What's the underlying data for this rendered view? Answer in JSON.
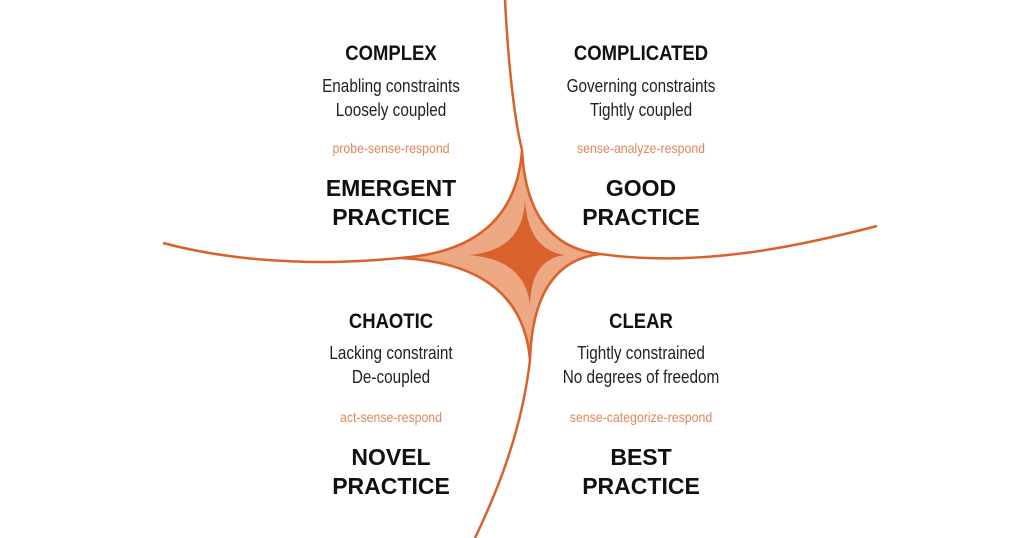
{
  "colors": {
    "line": "#D9612B",
    "light": "#ECA983",
    "dark": "#D9612B",
    "method_text": "#E08660"
  },
  "quadrants": {
    "complex": {
      "title": "COMPLEX",
      "line1": "Enabling constraints",
      "line2": "Loosely coupled",
      "method": "probe-sense-respond",
      "practice1": "EMERGENT",
      "practice2": "PRACTICE"
    },
    "complicated": {
      "title": "COMPLICATED",
      "line1": "Governing constraints",
      "line2": "Tightly coupled",
      "method": "sense-analyze-respond",
      "practice1": "GOOD",
      "practice2": "PRACTICE"
    },
    "chaotic": {
      "title": "CHAOTIC",
      "line1": "Lacking constraint",
      "line2": "De-coupled",
      "method": "act-sense-respond",
      "practice1": "NOVEL",
      "practice2": "PRACTICE"
    },
    "clear": {
      "title": "CLEAR",
      "line1": "Tightly constrained",
      "line2": "No degrees of freedom",
      "method": "sense-categorize-respond",
      "practice1": "BEST",
      "practice2": "PRACTICE"
    }
  }
}
